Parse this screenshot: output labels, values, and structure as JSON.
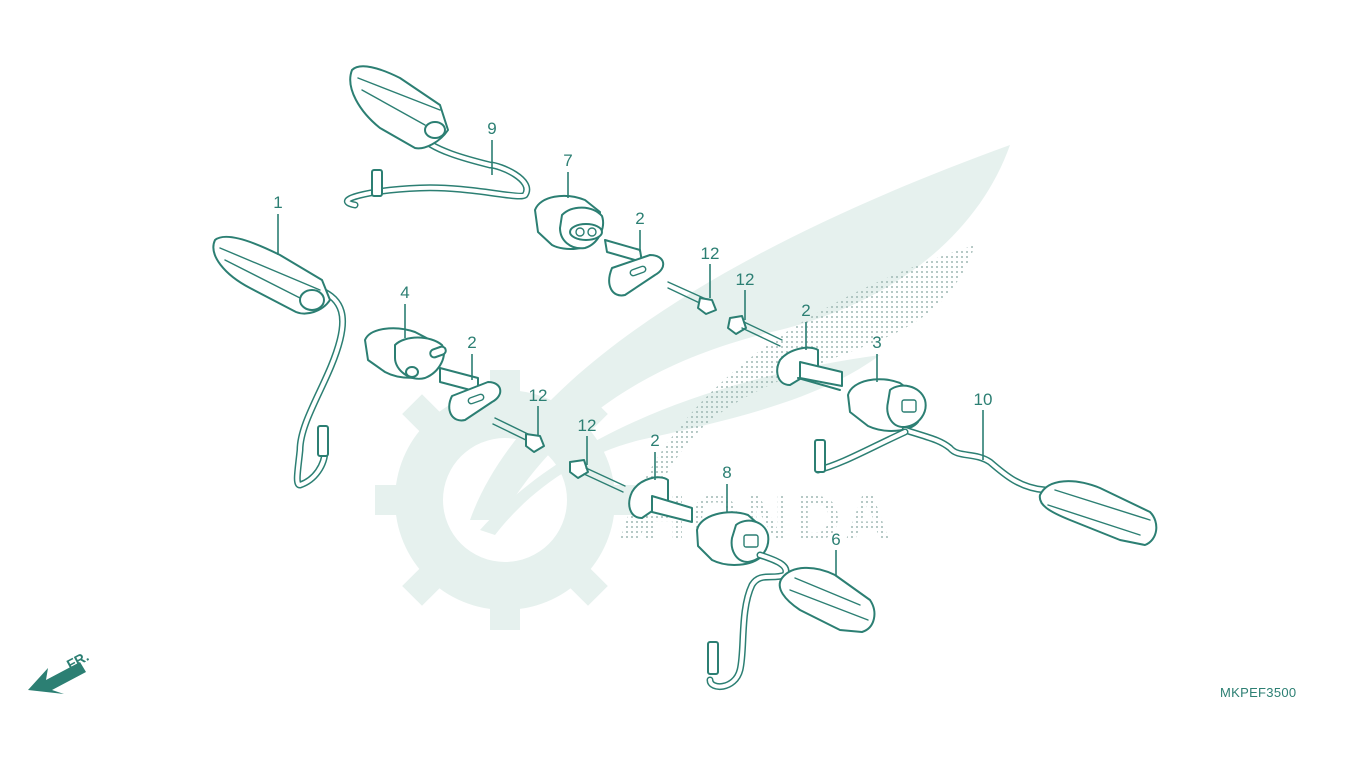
{
  "diagram_code": "MKPEF3500",
  "direction_label": "FR.",
  "brand_watermark": "HONDA",
  "callouts": {
    "c1": "1",
    "c2a": "2",
    "c2b": "2",
    "c2c": "2",
    "c2d": "2",
    "c3": "3",
    "c4": "4",
    "c6": "6",
    "c7": "7",
    "c8": "8",
    "c9": "9",
    "c10": "10",
    "c12a": "12",
    "c12b": "12",
    "c12c": "12",
    "c12d": "12"
  },
  "colors": {
    "line": "#2c7f73",
    "watermark": "#e6f1ee"
  },
  "icons": {
    "direction": "front-arrow-icon",
    "watermark": "honda-wing-logo-icon"
  }
}
